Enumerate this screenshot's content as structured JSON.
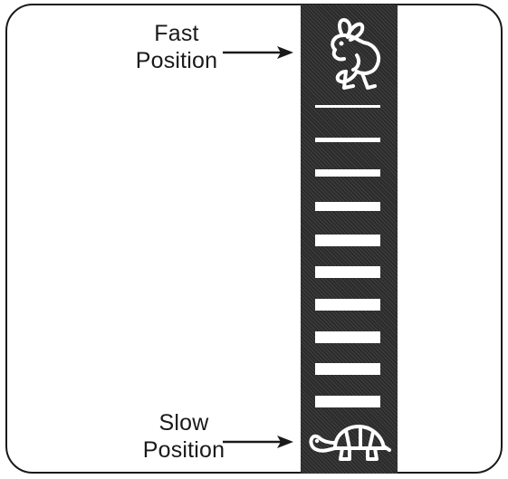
{
  "labels": {
    "fast": {
      "line1": "Fast",
      "line2": "Position"
    },
    "slow": {
      "line1": "Slow",
      "line2": "Position"
    }
  },
  "icons": {
    "top": "rabbit-icon",
    "bottom": "turtle-icon"
  },
  "speed_scale": {
    "steps": 10,
    "top_meaning": "Fast Position",
    "bottom_meaning": "Slow Position"
  },
  "colors": {
    "strip": "#2b2b2b",
    "marks": "#ffffff",
    "outline": "#1a1a1a"
  }
}
